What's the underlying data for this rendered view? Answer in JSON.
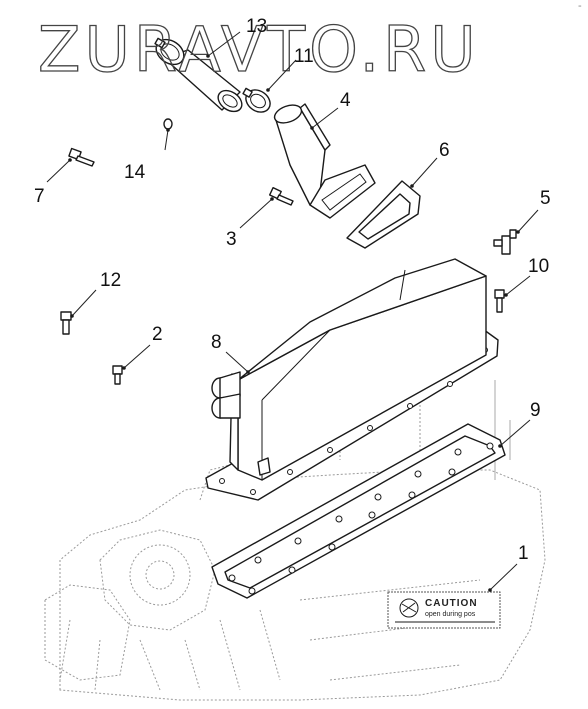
{
  "watermark": "ZURAVTO.RU",
  "corner_mark": "-",
  "caution_label": {
    "title": "CAUTION",
    "line1": "open during pos"
  },
  "callouts": [
    {
      "id": "c1",
      "label": "1"
    },
    {
      "id": "c2",
      "label": "2"
    },
    {
      "id": "c3",
      "label": "3"
    },
    {
      "id": "c4",
      "label": "4"
    },
    {
      "id": "c5",
      "label": "5"
    },
    {
      "id": "c6",
      "label": "6"
    },
    {
      "id": "c7",
      "label": "7"
    },
    {
      "id": "c8",
      "label": "8"
    },
    {
      "id": "c9",
      "label": "9"
    },
    {
      "id": "c10",
      "label": "10"
    },
    {
      "id": "c11",
      "label": "11"
    },
    {
      "id": "c12",
      "label": "12"
    },
    {
      "id": "c13",
      "label": "13"
    },
    {
      "id": "c14",
      "label": "14"
    }
  ]
}
